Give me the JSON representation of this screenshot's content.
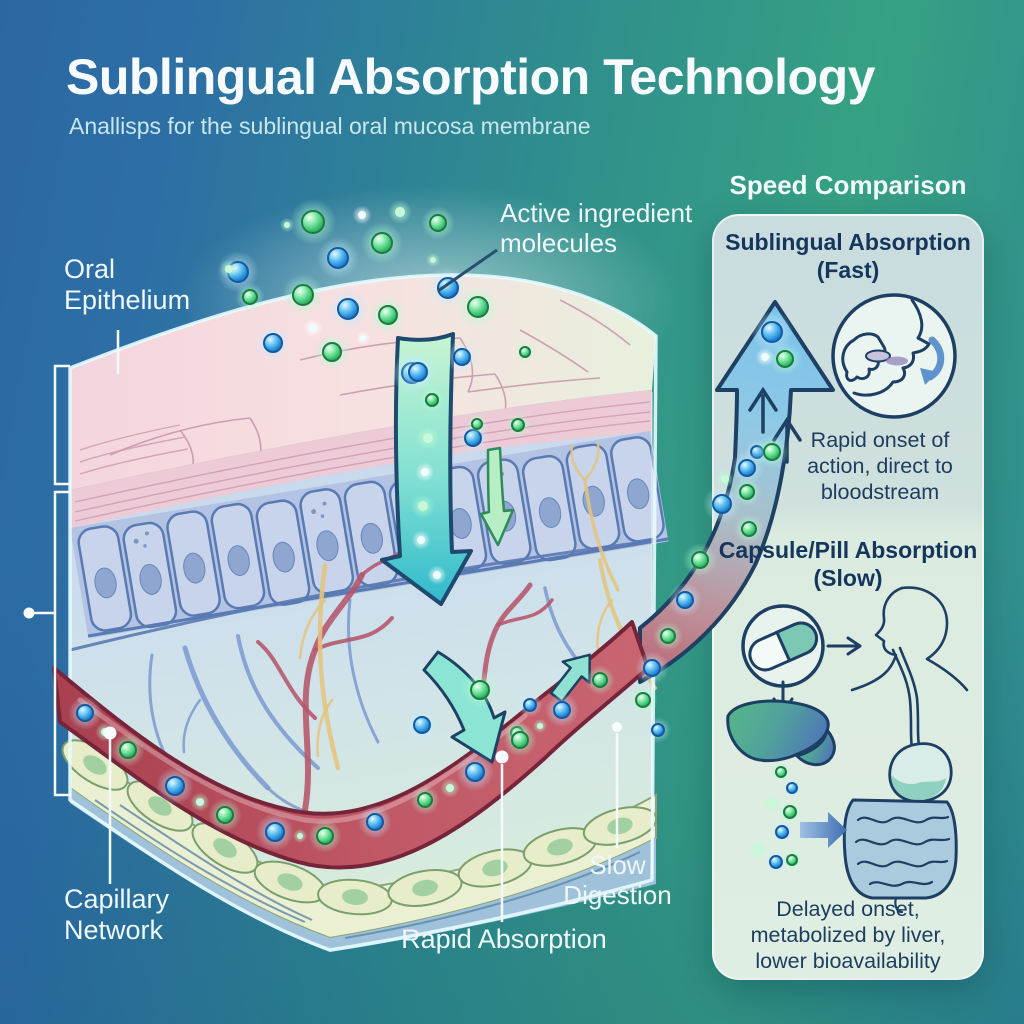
{
  "header": {
    "title": "Sublingual Absorption Technology",
    "subtitle": "Anallisps for the sublingual oral mucosa membrane"
  },
  "diagram_labels": {
    "oral_epithelium": "Oral\nEpithelium",
    "active_ingredient": "Active ingredient\nmolecules",
    "capillary_network": "Capillary\nNetwork",
    "rapid_absorption": "Rapid Absorption",
    "slow_digestion": "Slow\nDigestion"
  },
  "comparison_panel": {
    "title": "Speed Comparison",
    "fast": {
      "heading": "Sublingual Absorption",
      "qualifier": "(Fast)",
      "description": "Rapid onset of\naction, direct to\nbloodstream",
      "icons": [
        "bloodstream-up-arrow-icon",
        "tablet-under-tongue-icon"
      ]
    },
    "slow": {
      "heading": "Capsule/Pill Absorption",
      "qualifier": "(Slow)",
      "description": "Delayed onset,\nmetabolized by liver,\nlower bioavailability",
      "icons": [
        "capsule-pill-icon",
        "swallow-profile-icon",
        "liver-icon",
        "intestines-icon"
      ]
    }
  },
  "colors": {
    "molecule_blue": "#2f8fd8",
    "molecule_green": "#3fc878",
    "vessel_red": "#b84e5f",
    "arrow_teal": "#45ccd6",
    "panel_navy": "#16365a",
    "label_white": "#eef7fa",
    "background_blue": "#2c67a2",
    "background_green": "#36a183"
  }
}
